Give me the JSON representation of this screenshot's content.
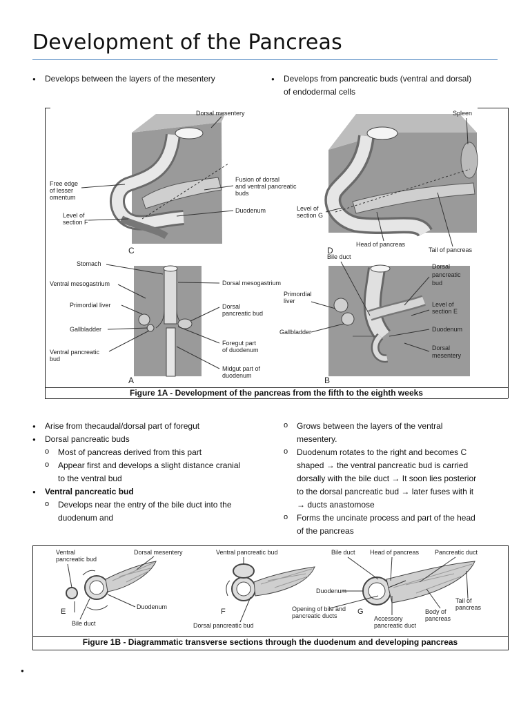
{
  "title": "Development of the Pancreas",
  "top_bullets": {
    "left": "Develops between the layers of the mesentery",
    "right_a": "Develops from pancreatic buds (ventral and dorsal)",
    "right_b": "of endodermal cells"
  },
  "figure1a": {
    "caption": "Figure 1A - Development of the pancreas from the fifth to the eighth weeks",
    "panel_c": {
      "letter": "C",
      "labels": [
        "Dorsal mesentery",
        "Free edge",
        "of lesser",
        "omentum",
        "Fusion of dorsal",
        "and ventral pancreatic",
        "buds",
        "Duodenum",
        "Level of",
        "section F"
      ]
    },
    "panel_d": {
      "letter": "D",
      "labels": [
        "Spleen",
        "Level of",
        "section G",
        "Head of pancreas",
        "Tail of pancreas"
      ]
    },
    "panel_a": {
      "letter": "A",
      "labels": [
        "Stomach",
        "Ventral mesogastrium",
        "Dorsal mesogastrium",
        "Primordial liver",
        "Dorsal",
        "pancreatic bud",
        "Gallbladder",
        "Foregut part",
        "of duodenum",
        "Ventral pancreatic",
        "bud",
        "Midgut part of",
        "duodenum"
      ]
    },
    "panel_b": {
      "letter": "B",
      "labels": [
        "Bile duct",
        "Dorsal",
        "pancreatic",
        "bud",
        "Primordial",
        "liver",
        "Level of",
        "section E",
        "Gallbladder",
        "Duodenum",
        "Dorsal",
        "mesentery"
      ]
    }
  },
  "middle_left": {
    "b1": "Arise from thecaudal/dorsal part of foregut",
    "b2": "Dorsal pancreatic buds",
    "b2_s1": "Most of pancreas derived from this part",
    "b2_s2a": "Appear first and develops a slight distance cranial",
    "b2_s2b": "to the ventral bud",
    "b3": "Ventral pancreatic bud",
    "b3_s1a": "Develops near the entry of the bile duct into the",
    "b3_s1b": "duodenum and"
  },
  "middle_right": {
    "s1a": "Grows between the layers of the ventral",
    "s1b": "mesentery.",
    "s2a": "Duodenum rotates to the right and becomes C",
    "s2b": "shaped → the ventral pancreatic bud is carried",
    "s2c": "dorsally with the bile duct → It soon lies posterior",
    "s2d": "to the dorsal pancreatic bud → later fuses with it",
    "s2e": "→ ducts anastomose",
    "s3a": "Forms the uncinate process and part of the head",
    "s3b": "of the pancreas"
  },
  "figure1b": {
    "caption": "Figure 1B - Diagrammatic transverse sections through the duodenum and developing pancreas",
    "panel_e": {
      "letter": "E",
      "labels": [
        "Ventral",
        "pancreatic bud",
        "Dorsal mesentery",
        "Duodenum",
        "Bile duct"
      ]
    },
    "panel_f": {
      "letter": "F",
      "labels": [
        "Ventral pancreatic bud",
        "Dorsal pancreatic bud"
      ]
    },
    "panel_g": {
      "letter": "G",
      "labels": [
        "Bile duct",
        "Head of pancreas",
        "Pancreatic duct",
        "Duodenum",
        "Opening of bile and",
        "pancreatic ducts",
        "Accessory",
        "pancreatic duct",
        "Body of",
        "pancreas",
        "Tail of",
        "pancreas"
      ]
    }
  },
  "bottom_bullet": ""
}
